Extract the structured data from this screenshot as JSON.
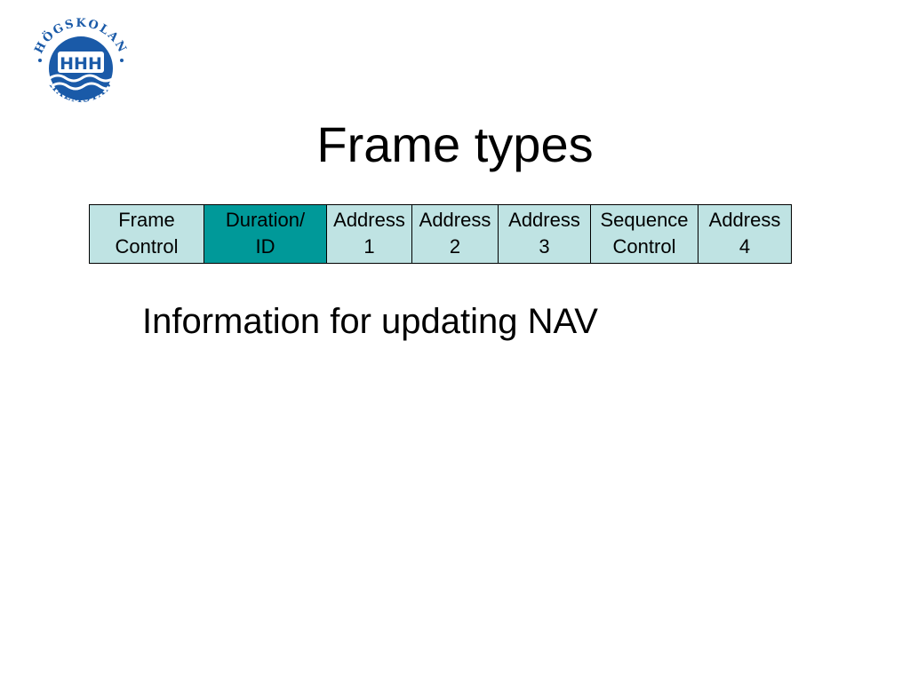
{
  "logo": {
    "top_text": "HÖGSKOLAN",
    "bottom_text": "HALMSTAD",
    "emblem": "HHH"
  },
  "title": "Frame types",
  "frame_fields": [
    {
      "line1": "Frame",
      "line2": "Control",
      "color": "#bfe3e3"
    },
    {
      "line1": "Duration/",
      "line2": "ID",
      "color": "#009999"
    },
    {
      "line1": "Address",
      "line2": "1",
      "color": "#bfe3e3"
    },
    {
      "line1": "Address",
      "line2": "2",
      "color": "#bfe3e3"
    },
    {
      "line1": "Address",
      "line2": "3",
      "color": "#bfe3e3"
    },
    {
      "line1": "Sequence",
      "line2": "Control",
      "color": "#bfe3e3"
    },
    {
      "line1": "Address",
      "line2": "4",
      "color": "#bfe3e3"
    }
  ],
  "subtitle": "Information for updating NAV",
  "colors": {
    "logo_blue": "#1a5aa8",
    "highlight": "#009999",
    "cell": "#bfe3e3"
  }
}
